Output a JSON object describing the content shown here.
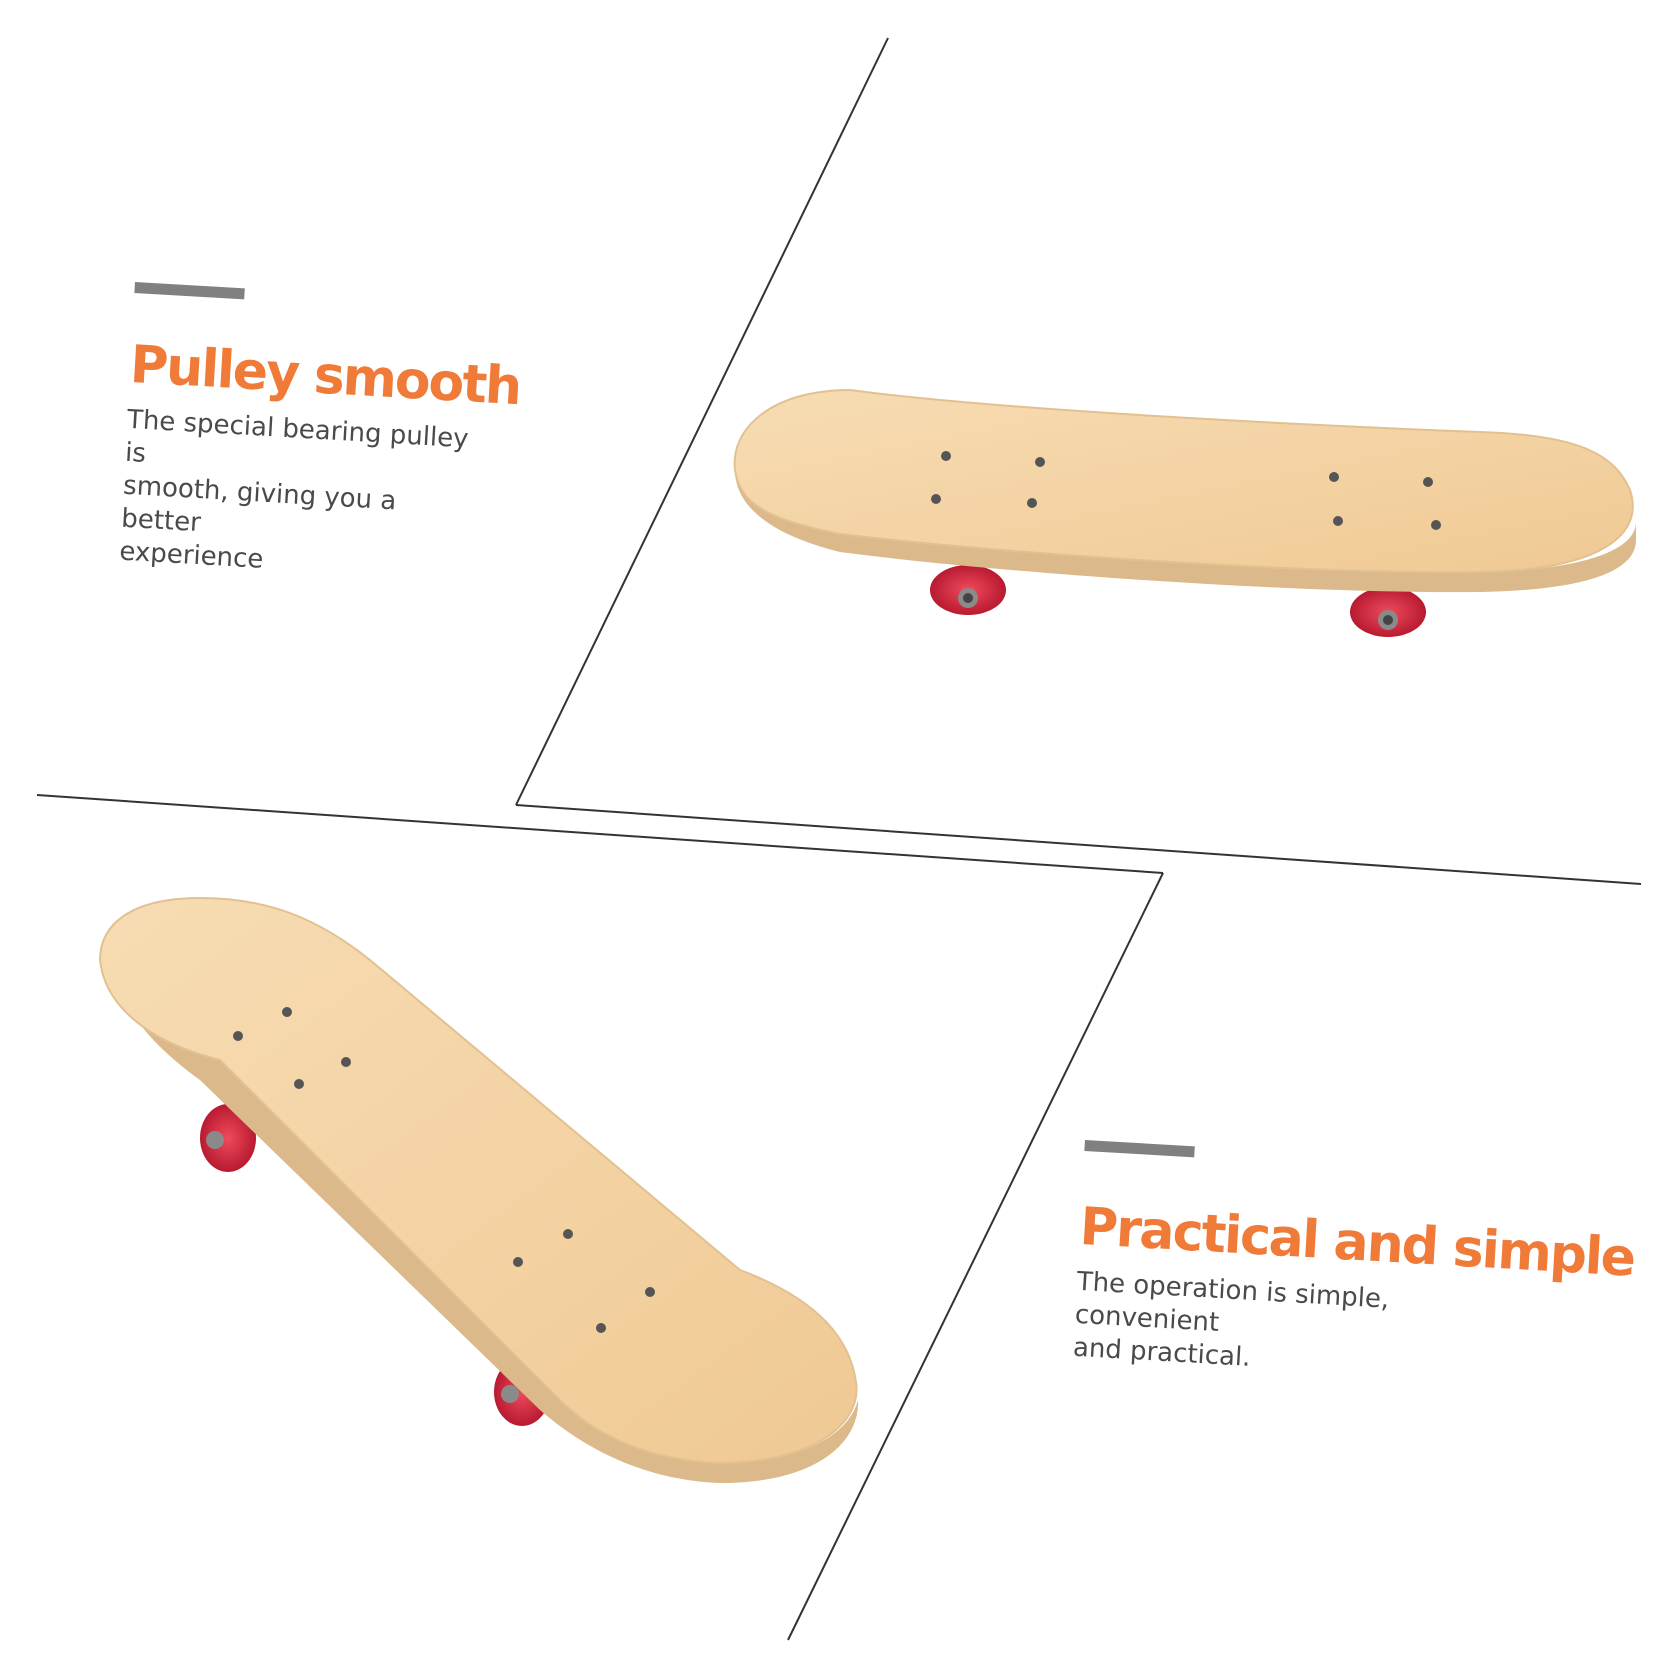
{
  "colors": {
    "accent": "#f07a38",
    "divider_bar": "#808080",
    "frame_line": "#333333",
    "deck_wood": "#f4d4a5",
    "deck_edge": "#dcb98a",
    "wheel": "#d0243a",
    "hardware": "#555555"
  },
  "features": [
    {
      "title": "Pulley smooth",
      "body_lines": [
        "The special bearing pulley is",
        "smooth, giving you a better",
        "experience"
      ]
    },
    {
      "title": "Practical and simple",
      "body_lines": [
        "The operation is simple, convenient",
        "and practical."
      ]
    }
  ],
  "images": [
    {
      "subject": "skateboard",
      "view": "side"
    },
    {
      "subject": "skateboard",
      "view": "top"
    }
  ]
}
